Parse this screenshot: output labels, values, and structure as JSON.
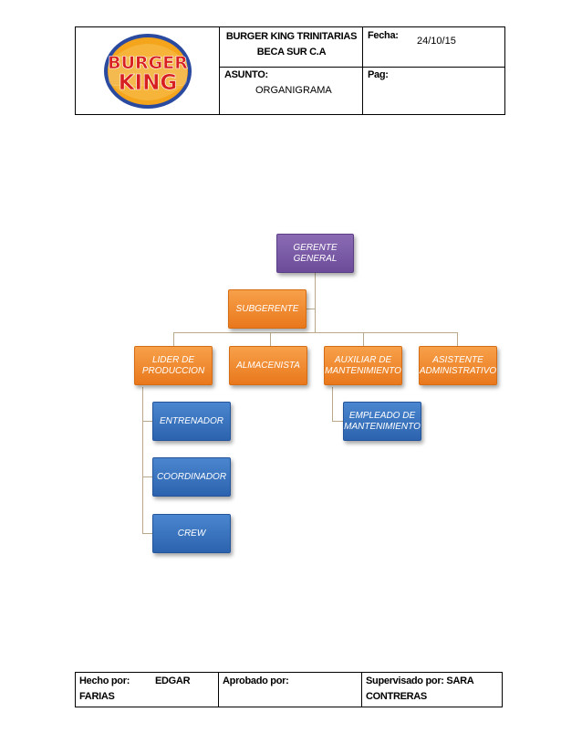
{
  "header": {
    "logo_text": [
      "BURGER",
      "KING"
    ],
    "company_line1": "BURGER KING TRINITARIAS",
    "company_line2": "BECA SUR C.A",
    "fecha_label": "Fecha:",
    "fecha_value": "24/10/15",
    "asunto_label": "ASUNTO:",
    "asunto_value": "ORGANIGRAMA",
    "pag_label": "Pag:"
  },
  "org_chart": {
    "root": {
      "line1": "GERENTE",
      "line2": "GENERAL"
    },
    "assistant": {
      "label": "SUBGERENTE"
    },
    "level1": [
      {
        "line1": "LIDER DE",
        "line2": "PRODUCCION"
      },
      {
        "line1": "ALMACENISTA",
        "line2": ""
      },
      {
        "line1": "AUXILIAR DE",
        "line2": "MANTENIMIENTO"
      },
      {
        "line1": "ASISTENTE",
        "line2": "ADMINISTRATIVO"
      }
    ],
    "produccion_children": [
      "ENTRENADOR",
      "COORDINADOR",
      "CREW"
    ],
    "mantenimiento_children": [
      {
        "line1": "EMPLEADO DE",
        "line2": "MANTENIMIENTO"
      }
    ]
  },
  "footer": {
    "hecho_label": "Hecho por:",
    "hecho_value_1": "EDGAR",
    "hecho_value_2": "FARIAS",
    "aprobado_label": "Aprobado por:",
    "supervisado_label": "Supervisado por: SARA",
    "supervisado_value_2": "CONTRERAS"
  },
  "colors": {
    "purple": "#7b5ca8",
    "orange": "#f08a2c",
    "blue": "#3a74c0",
    "connector": "#b9a98a",
    "logo_red": "#d7201f",
    "logo_blue": "#2a4aa0",
    "logo_bun": "#f4a51c"
  }
}
